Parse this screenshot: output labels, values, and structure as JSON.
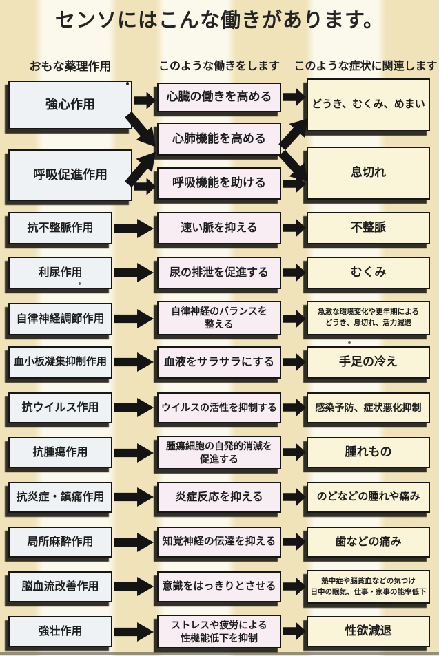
{
  "title": "センソにはこんな働きがあります。",
  "headers": {
    "pharmacology": "おもな薬理作用",
    "effects": "このような働きをします",
    "symptoms": "このような症状に関連します"
  },
  "flow": {
    "actions": [
      "強心作用",
      "呼吸促進作用",
      "抗不整脈作用",
      "利尿作用",
      "自律神経調節作用",
      "血小板凝集抑制作用",
      "抗ウイルス作用",
      "抗腫瘍作用",
      "抗炎症・鎮痛作用",
      "局所麻酔作用",
      "脳血流改善作用",
      "強壮作用"
    ],
    "effects": [
      "心臓の働きを高める",
      "心肺機能を高める",
      "呼吸機能を助ける",
      "速い脈を抑える",
      "尿の排泄を促進する",
      "自律神経のバランスを\n整える",
      "血液をサラサラにする",
      "ウイルスの活性を抑制する",
      "腫瘍細胞の自発的消滅を\n促進する",
      "炎症反応を抑える",
      "知覚神経の伝達を抑える",
      "意識をはっきりとさせる",
      "ストレスや疲労による\n性機能低下を抑制"
    ],
    "symptoms": [
      "どうき、むくみ、めまい",
      "息切れ",
      "不整脈",
      "むくみ",
      "急激な環境変化や更年期による\nどうき、息切れ、活力減退",
      "手足の冷え",
      "感染予防、症状悪化抑制",
      "腫れもの",
      "のどなどの腫れや痛み",
      "歯などの痛み",
      "熱中症や脳貧血などの気つけ\n日中の眠気、仕事・家事の能率低下",
      "性欲減退"
    ]
  },
  "colors": {
    "background_tan": "#f0e3ba",
    "stripe_white": "#fbf8ec",
    "action_box_fill": "#eef2f5",
    "effect_box_fill": "#f8edf3",
    "symptom_box_fill": "#faf4d8",
    "arrow_black": "#141414",
    "border_black": "#161616"
  }
}
